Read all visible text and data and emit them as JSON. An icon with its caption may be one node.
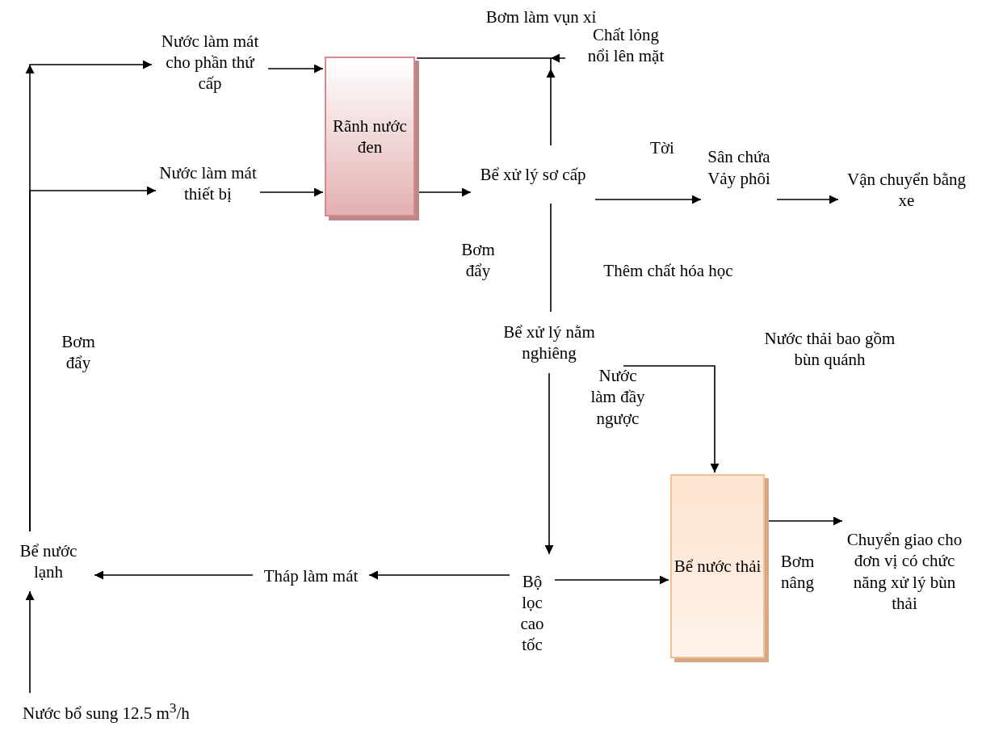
{
  "diagram": {
    "nodes": [
      {
        "text": [
          "Nước làm mát cho phần thứ cấp"
        ]
      },
      {
        "text": [
          "Nước làm mát thiết bị"
        ]
      },
      {
        "text": [
          "Rãnh nước đen"
        ]
      },
      {
        "text": [
          "Bể xử lý sơ cấp"
        ]
      },
      {
        "text": [
          "Sân chứa Vảy phôi"
        ]
      },
      {
        "text": [
          "Vận chuyển bằng xe"
        ]
      },
      {
        "text": [
          "Bể xử lý nằm nghiêng"
        ]
      },
      {
        "text": [
          "Bộ lọc cao tốc"
        ]
      },
      {
        "text": [
          "Tháp làm mát"
        ]
      },
      {
        "text": [
          "Bể nước lạnh"
        ]
      },
      {
        "text": [
          "Bể nước thải"
        ]
      },
      {
        "text": [
          "Chuyển giao cho đơn vị có chức  năng xử lý bùn thải"
        ]
      },
      {
        "text": [
          "Nước bổ sung 12.5 m$^{3}$/h"
        ]
      }
    ],
    "edges": [
      {
        "from": 9,
        "to": 0,
        "arrow": "to"
      },
      {
        "from": 9,
        "to": 1,
        "arrow": "to"
      },
      {
        "from": 0,
        "to": 2,
        "arrow": "to"
      },
      {
        "from": 1,
        "to": 2,
        "arrow": "to"
      },
      {
        "from": 2,
        "to": 3,
        "arrow": "to"
      },
      {
        "from": 3,
        "to": 2,
        "arrow": "to"
      },
      {
        "from": 3,
        "to": 4,
        "arrow": "to",
        "label": "Tời"
      },
      {
        "from": 4,
        "to": 5,
        "arrow": "to"
      },
      {
        "from": 6,
        "to": 3,
        "arrow": "none",
        "label": "Bơm đẩy"
      },
      {
        "from": 6,
        "to": 7,
        "arrow": "to"
      },
      {
        "from": 6,
        "to": 10,
        "arrow": "to"
      },
      {
        "from": 7,
        "to": 10,
        "arrow": "to"
      },
      {
        "from": 7,
        "to": 8,
        "arrow": "to"
      },
      {
        "from": 8,
        "to": 9,
        "arrow": "to"
      },
      {
        "from": 12,
        "to": 9,
        "arrow": "to"
      },
      {
        "from": 10,
        "to": 11,
        "arrow": "to"
      }
    ],
    "labels": [
      "Bơm làm vụn xỉ",
      "Chất lỏng nổi lên mặt",
      "Thêm chất hóa học",
      "Bơm đẩy",
      "Nước thải bao gồm bùn quánh",
      "Nước làm đầy ngược",
      "Bơm nâng"
    ]
  }
}
